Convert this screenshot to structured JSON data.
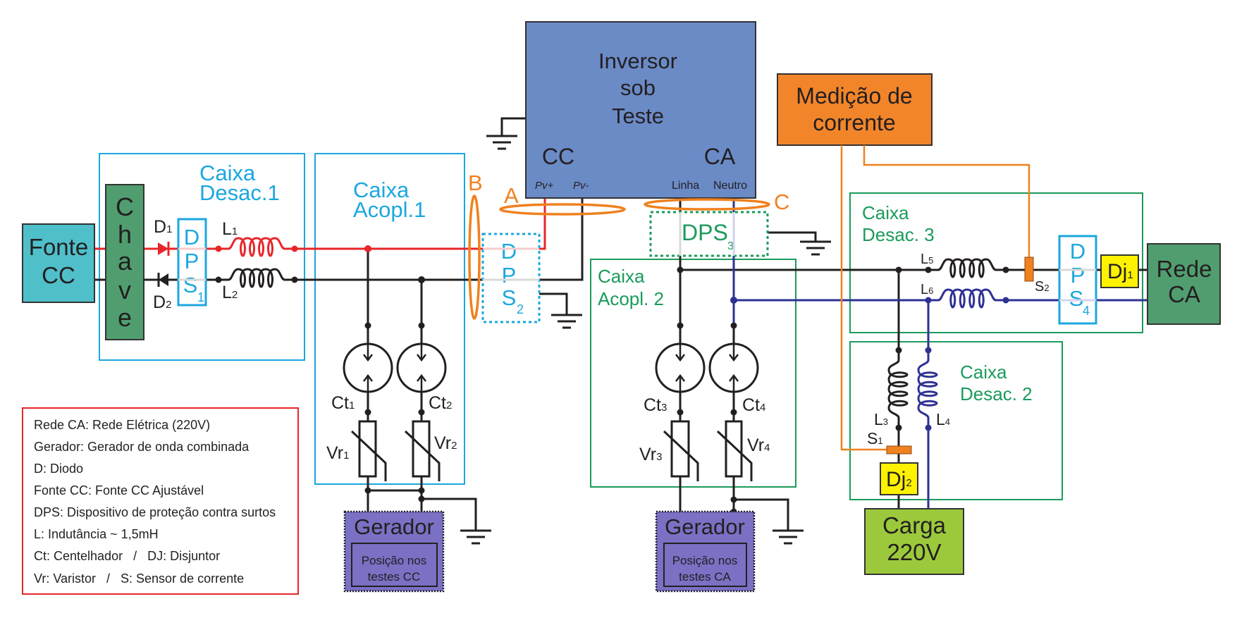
{
  "colors": {
    "wire": "#231f20",
    "dc-positive-wire": "#e8262a",
    "neutral-wire": "#2e3192",
    "measurement": "#f0811f",
    "dc-box": "#1ba7df",
    "ac-box": "#1a9b5b",
    "legend-border": "#e8262a",
    "fonte-cc": "#4fbfca",
    "chave": "#509e70",
    "inversor": "#6b8bc7",
    "medicao": "#f2852a",
    "rede-ca": "#509e70",
    "carga": "#9cc93c",
    "gerador": "#7a70c4",
    "disjuntor": "#fff200"
  },
  "fonte_cc": {
    "lines": [
      "Fonte",
      "CC"
    ]
  },
  "chave": {
    "letters": [
      "C",
      "h",
      "a",
      "v",
      "e"
    ]
  },
  "enclosures": {
    "desac_1": {
      "lines": [
        "Caixa",
        "Desac.1"
      ]
    },
    "acopl_1": {
      "lines": [
        "Caixa",
        "Acopl.1"
      ]
    },
    "acopl_2": {
      "lines": [
        "Caixa",
        "Acopl. 2"
      ]
    },
    "desac_3": {
      "lines": [
        "Caixa",
        "Desac. 3"
      ]
    },
    "desac_2": {
      "lines": [
        "Caixa",
        "Desac. 2"
      ]
    }
  },
  "diodes": {
    "d1": {
      "base": "D",
      "sub": "1"
    },
    "d2": {
      "base": "D",
      "sub": "2"
    }
  },
  "dps": {
    "dps1": {
      "letters": [
        "D",
        "P",
        "S"
      ],
      "sub": "1"
    },
    "dps2": {
      "letters": [
        "D",
        "P",
        "S"
      ],
      "sub": "2"
    },
    "dps3": {
      "text": "DPS",
      "sub": "3"
    },
    "dps4": {
      "letters": [
        "D",
        "P",
        "S"
      ],
      "sub": "4"
    }
  },
  "inductors": {
    "l1": {
      "base": "L",
      "sub": "1"
    },
    "l2": {
      "base": "L",
      "sub": "2"
    },
    "l3": {
      "base": "L",
      "sub": "3"
    },
    "l4": {
      "base": "L",
      "sub": "4"
    },
    "l5": {
      "base": "L",
      "sub": "5"
    },
    "l6": {
      "base": "L",
      "sub": "6"
    }
  },
  "spark_gaps": {
    "ct1": {
      "base": "Ct",
      "sub": "1"
    },
    "ct2": {
      "base": "Ct",
      "sub": "2"
    },
    "ct3": {
      "base": "Ct",
      "sub": "3"
    },
    "ct4": {
      "base": "Ct",
      "sub": "4"
    }
  },
  "varistors": {
    "vr1": {
      "base": "Vr",
      "sub": "1"
    },
    "vr2": {
      "base": "Vr",
      "sub": "2"
    },
    "vr3": {
      "base": "Vr",
      "sub": "3"
    },
    "vr4": {
      "base": "Vr",
      "sub": "4"
    }
  },
  "sensors": {
    "s1": {
      "base": "S",
      "sub": "1"
    },
    "s2": {
      "base": "S",
      "sub": "2"
    }
  },
  "breakers": {
    "dj1": {
      "base": "Dj",
      "sub": "1"
    },
    "dj2": {
      "base": "Dj",
      "sub": "2"
    }
  },
  "generators": {
    "cc": {
      "title": "Gerador",
      "note": [
        "Posição nos",
        "testes CC"
      ]
    },
    "ca": {
      "title": "Gerador",
      "note": [
        "Posição nos",
        "testes CA"
      ]
    }
  },
  "measurement_points": {
    "a": "A",
    "b": "B",
    "c": "C"
  },
  "inversor": {
    "lines": [
      "Inversor",
      "sob",
      "Teste"
    ],
    "dc_label": "CC",
    "ac_label": "CA",
    "terminals": {
      "pv_plus": "Pv+",
      "pv_minus": "Pv-",
      "linha": "Linha",
      "neutro": "Neutro"
    }
  },
  "medicao": {
    "lines": [
      "Medição de",
      "corrente"
    ]
  },
  "rede_ca": {
    "lines": [
      "Rede",
      "CA"
    ]
  },
  "carga": {
    "lines": [
      "Carga",
      "220V"
    ]
  },
  "legend": {
    "items": [
      "Rede CA: Rede Elétrica (220V)",
      "Gerador: Gerador de onda combinada",
      "D: Diodo",
      "Fonte CC: Fonte CC Ajustável",
      "DPS: Dispositivo de proteção contra surtos",
      "L: Indutância ~ 1,5mH",
      "Ct: Centelhador   /   DJ: Disjuntor",
      "Vr: Varistor   /   S: Sensor de corrente"
    ]
  }
}
